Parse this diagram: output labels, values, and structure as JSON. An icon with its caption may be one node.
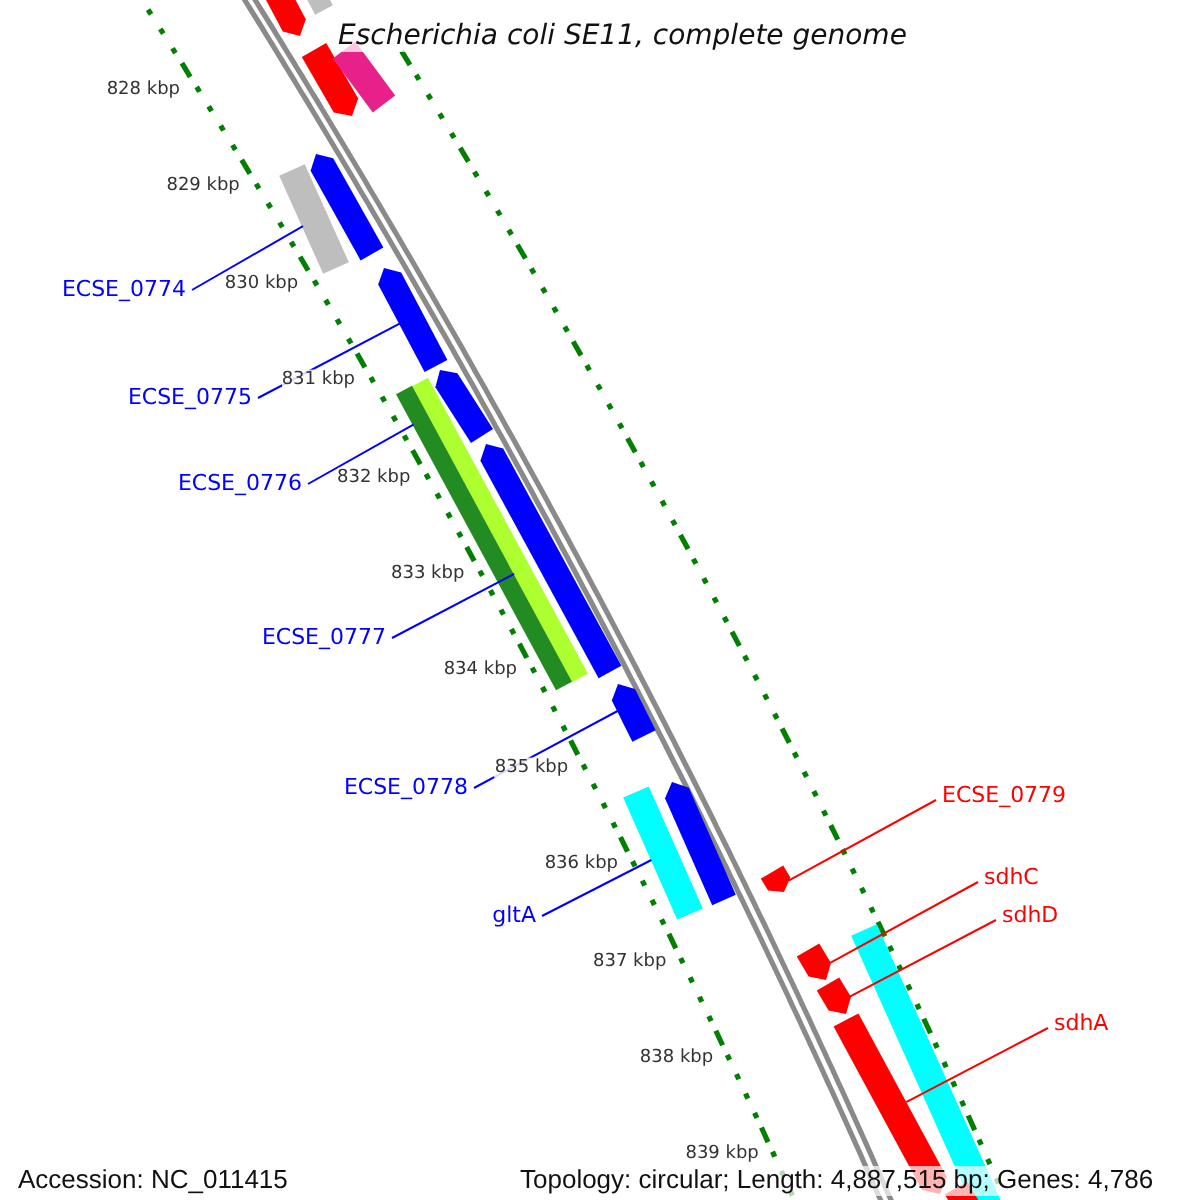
{
  "diagram": {
    "title": "Escherichia coli SE11, complete genome",
    "nodes": [
      {
        "text": [
          "ECSE_0774"
        ]
      },
      {
        "text": [
          "ECSE_0775"
        ]
      },
      {
        "text": [
          "ECSE_0776"
        ]
      },
      {
        "text": [
          "ECSE_0777"
        ]
      },
      {
        "text": [
          "ECSE_0778"
        ]
      },
      {
        "text": [
          "gltA"
        ]
      },
      {
        "text": [
          "ECSE_0779"
        ]
      },
      {
        "text": [
          "sdhC"
        ]
      },
      {
        "text": [
          "sdhD"
        ]
      },
      {
        "text": [
          "sdhA"
        ]
      },
      {
        "text": [],
        "shape": "bar"
      },
      {
        "text": [],
        "shape": "bar"
      },
      {
        "text": [],
        "shape": "bar"
      },
      {
        "text": [],
        "shape": "bar"
      },
      {
        "text": [],
        "shape": "bar"
      },
      {
        "text": [],
        "shape": "bar"
      },
      {
        "text": [],
        "shape": "bar"
      },
      {
        "text": [],
        "shape": "bar"
      },
      {
        "text": [],
        "shape": "bar"
      },
      {
        "text": [],
        "shape": "bar"
      },
      {
        "text": [],
        "shape": "bar"
      },
      {
        "text": [],
        "shape": "bar"
      },
      {
        "text": [],
        "shape": "bar"
      },
      {
        "text": [],
        "shape": "bar"
      },
      {
        "text": [],
        "shape": "bar"
      },
      {
        "text": [],
        "shape": "bar"
      },
      {
        "text": [],
        "shape": "bar"
      },
      {
        "text": [],
        "shape": "bar"
      },
      {
        "text": [],
        "shape": "bar"
      },
      {
        "text": [],
        "shape": "bar"
      }
    ],
    "edges": [
      {
        "from": 0,
        "to": 15,
        "arrow": "none"
      },
      {
        "from": 1,
        "to": 16,
        "arrow": "none"
      },
      {
        "from": 2,
        "to": 19,
        "arrow": "none"
      },
      {
        "from": 3,
        "to": 18,
        "arrow": "none"
      },
      {
        "from": 4,
        "to": 21,
        "arrow": "none"
      },
      {
        "from": 5,
        "to": 23,
        "arrow": "none"
      },
      {
        "from": 6,
        "to": 24,
        "arrow": "none",
        "color": "#ff0000"
      },
      {
        "from": 7,
        "to": 26,
        "arrow": "none",
        "color": "#ff0000"
      },
      {
        "from": 8,
        "to": 27,
        "arrow": "none",
        "color": "#ff0000"
      },
      {
        "from": 9,
        "to": 28,
        "arrow": "none",
        "color": "#ff0000"
      }
    ],
    "labels": [
      "828 kbp",
      "829 kbp",
      "830 kbp",
      "831 kbp",
      "832 kbp",
      "833 kbp",
      "834 kbp",
      "835 kbp",
      "836 kbp",
      "837 kbp",
      "838 kbp",
      "839 kbp",
      "Accession: NC_011415",
      "Topology: circular; Length: 4,887,515 bp; Genes: 4,786"
    ]
  }
}
